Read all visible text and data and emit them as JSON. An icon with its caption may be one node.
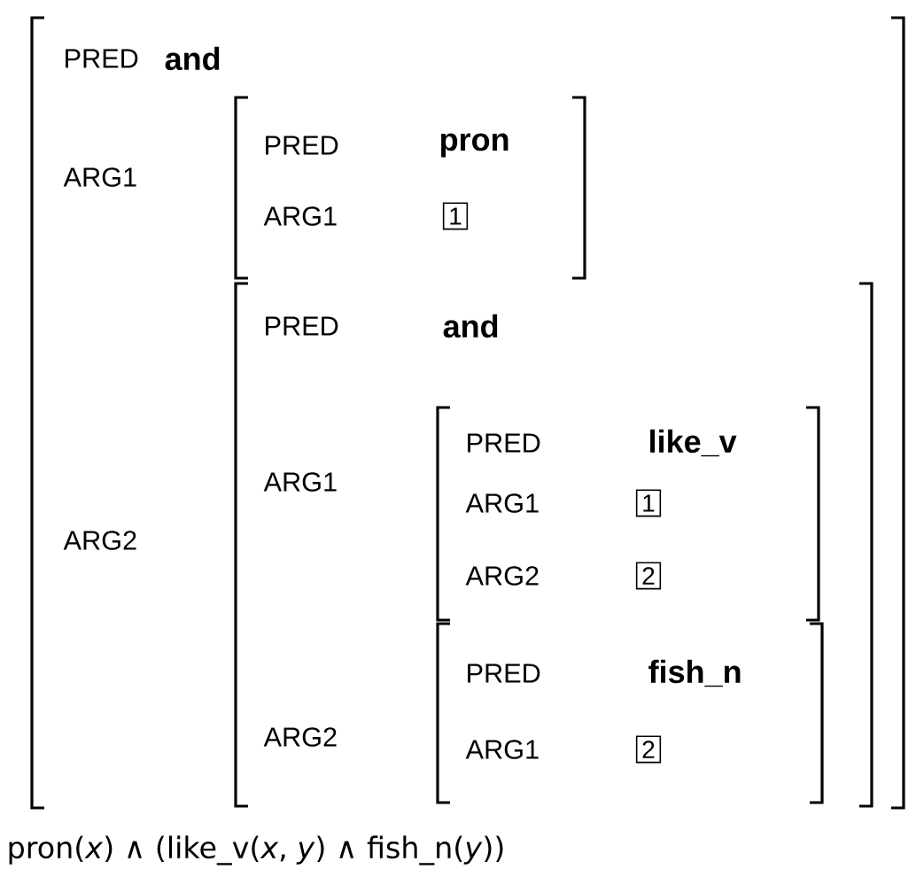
{
  "diagram": {
    "caption": "pron(*x*) ∧ (like_v(*x*, *y*) ∧ fish_n(*y*))",
    "nodes": [
      {
        "text": [
          "PRED",
          "and",
          "ARG1",
          "ARG2"
        ]
      },
      {
        "text": [
          "PRED",
          "pron",
          "ARG1"
        ],
        "in": 0
      },
      {
        "text": [
          "1"
        ],
        "in": 1
      },
      {
        "text": [
          "PRED",
          "and",
          "ARG1",
          "ARG2"
        ],
        "in": 0
      },
      {
        "text": [
          "PRED",
          "like_v",
          "ARG1",
          "ARG2"
        ],
        "in": 3
      },
      {
        "text": [
          "1"
        ],
        "in": 4
      },
      {
        "text": [
          "2"
        ],
        "in": 4
      },
      {
        "text": [
          "PRED",
          "fish_n",
          "ARG1"
        ],
        "in": 3
      },
      {
        "text": [
          "2"
        ],
        "in": 7
      }
    ]
  }
}
